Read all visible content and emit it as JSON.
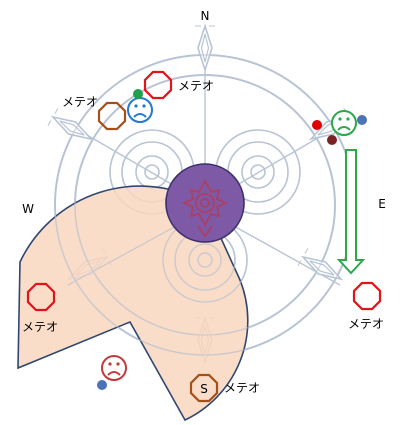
{
  "compass": {
    "north": "N",
    "south": "S",
    "east": "E",
    "west": "W"
  },
  "labels": {
    "meteor_top": "メテオ",
    "meteor_left": "メテオ",
    "meteor_right": "メテオ",
    "meteor_west": "メテオ",
    "meteor_south": "メテオ",
    "south_marker": "S"
  },
  "colors": {
    "arena_line": "#b8c4d4",
    "aoe_fill": "#f8d7c0",
    "aoe_stroke": "#2f4770",
    "boss_fill": "#7e5aa6",
    "boss_rune": "#a8416a",
    "meteor_red": "#e0141a",
    "meteor_brown": "#a5501a",
    "face_blue": "#1f7ad1",
    "face_green": "#2aa84a",
    "face_red": "#c23a3a",
    "dot_green": "#1fa04a",
    "dot_red": "#e00000",
    "dot_darkred": "#7a2323",
    "dot_blue": "#4d72b8",
    "arrow_green": "#2ea84a"
  },
  "icons": {
    "face": "sad-face-icon",
    "meteor": "octagon-meteor-icon",
    "arrow": "down-arrow-icon"
  }
}
